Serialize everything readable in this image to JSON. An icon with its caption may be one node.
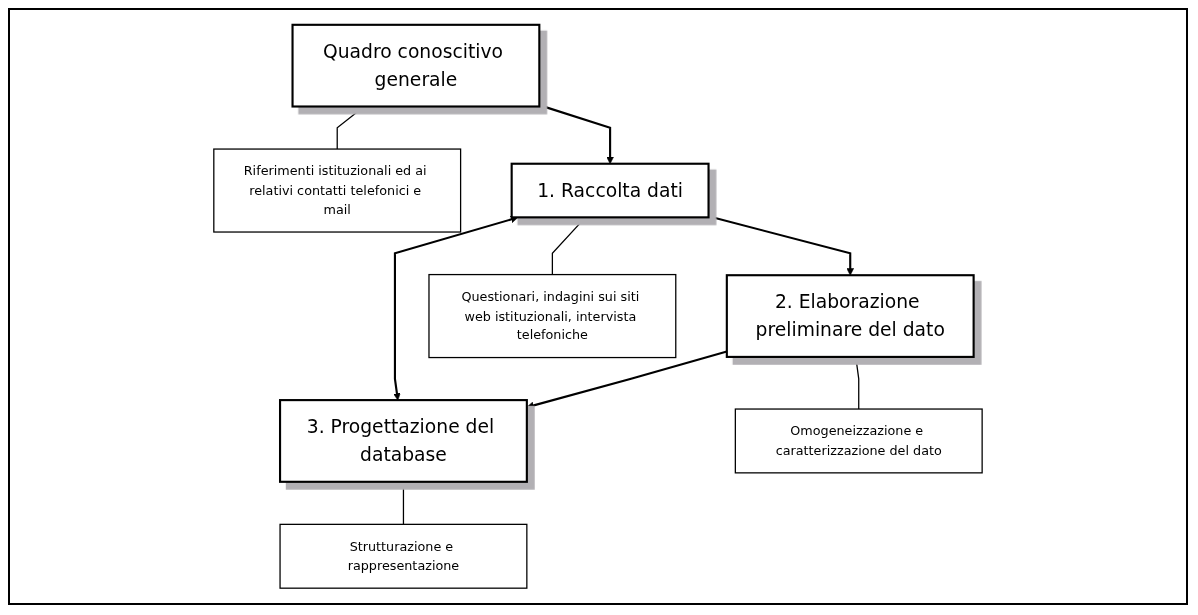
{
  "diagram": {
    "nodes": [
      {
        "text": [
          "Quadro conoscitivo generale"
        ]
      },
      {
        "text": [
          "Riferimenti istituzionali ed ai relativi contatti telefonici e mail"
        ]
      },
      {
        "text": [
          "1. Raccolta dati"
        ]
      },
      {
        "text": [
          "2. Elaborazione preliminare del dato"
        ]
      },
      {
        "text": [
          "3. Progettazione del database"
        ]
      },
      {
        "text": [
          "Questionari, indagini sui siti web istituzionali, intervista telefoniche"
        ]
      },
      {
        "text": [
          "Omogeneizzazione e caratterizzazione del dato"
        ]
      },
      {
        "text": [
          "Strutturazione e rappresentazione"
        ]
      }
    ],
    "edges": [
      {
        "from": 0,
        "to": 1,
        "arrow": "none"
      },
      {
        "from": 0,
        "to": 2,
        "arrow": "to"
      },
      {
        "from": 2,
        "to": 4,
        "arrow": "both"
      },
      {
        "from": 2,
        "to": 3,
        "arrow": "to"
      },
      {
        "from": 3,
        "to": 4,
        "arrow": "to"
      },
      {
        "from": 2,
        "to": 5,
        "arrow": "none"
      },
      {
        "from": 3,
        "to": 6,
        "arrow": "none"
      },
      {
        "from": 4,
        "to": 7,
        "arrow": "none"
      }
    ]
  }
}
